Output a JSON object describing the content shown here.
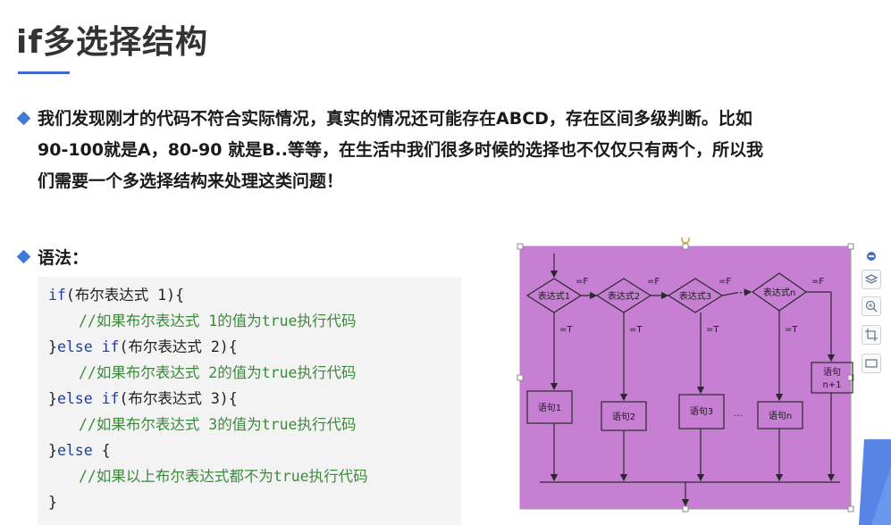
{
  "title": "if多选择结构",
  "paragraph": {
    "line1": "我们发现刚才的代码不符合实际情况，真实的情况还可能存在ABCD，存在区间多级判断。比如",
    "line2": "90-100就是A，80-90 就是B..等等，在生活中我们很多时候的选择也不仅仅只有两个，所以我",
    "line3": "们需要一个多选择结构来处理这类问题！"
  },
  "syntax_label": "语法：",
  "code": {
    "l1_kw": "if",
    "l1_rest": "(布尔表达式 1){",
    "l2": "//如果布尔表达式 1的值为true执行代码",
    "l3_a": "}",
    "l3_kw": "else if",
    "l3_rest": "(布尔表达式 2){",
    "l4": "//如果布尔表达式 2的值为true执行代码",
    "l5_a": "}",
    "l5_kw": "else if",
    "l5_rest": "(布尔表达式 3){",
    "l6": "//如果布尔表达式 3的值为true执行代码",
    "l7_a": "}",
    "l7_kw": "else",
    "l7_rest": " {",
    "l8": "//如果以上布尔表达式都不为true执行代码",
    "l9": "}"
  },
  "diagram": {
    "background": "#c77fd3",
    "cond_labels": [
      "表达式1",
      "表达式2",
      "表达式3",
      "表达式n"
    ],
    "false_label": "=F",
    "true_label": "=T",
    "stmt_labels": [
      "语句1",
      "语句2",
      "语句3",
      "语句n"
    ],
    "stmt_last_line1": "语句",
    "stmt_last_line2": "n+1",
    "dots": "..."
  },
  "colors": {
    "accent": "#3f6bd0",
    "bullet": "#3f7ad6",
    "keyword": "#1f3fa8",
    "comment": "#3d8a3d"
  }
}
